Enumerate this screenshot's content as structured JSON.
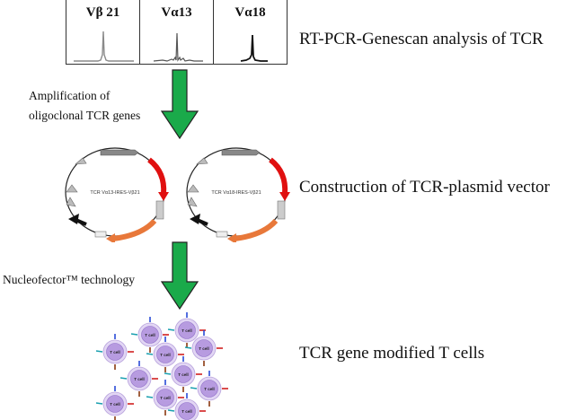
{
  "genescan": {
    "panels": [
      {
        "label": "Vβ 21",
        "trace_color": "#888888"
      },
      {
        "label": "Vα13",
        "trace_color": "#555555"
      },
      {
        "label": "Vα18",
        "trace_color": "#111111"
      }
    ]
  },
  "steps": [
    {
      "label": "RT-PCR-Genescan  analysis  of  TCR"
    },
    {
      "label": "Construction of TCR-plasmid vector"
    },
    {
      "label": "TCR gene modified T cells"
    }
  ],
  "transitions": [
    {
      "lines": [
        "Amplification of",
        "oligoclonal TCR genes"
      ]
    },
    {
      "lines": [
        "Nucleofector™ technology"
      ]
    }
  ],
  "plasmids": [
    {
      "name": "TCR Vα13-IRES-Vβ21"
    },
    {
      "name": "TCR Vα18-IRES-Vβ21"
    }
  ],
  "tcells": {
    "cell_label": "T cell",
    "count": 12
  },
  "colors": {
    "arrow_green": "#1aaa4a",
    "insert_red": "#e01010",
    "insert_orange": "#e8783a",
    "cell_purple": "#b79be0"
  }
}
